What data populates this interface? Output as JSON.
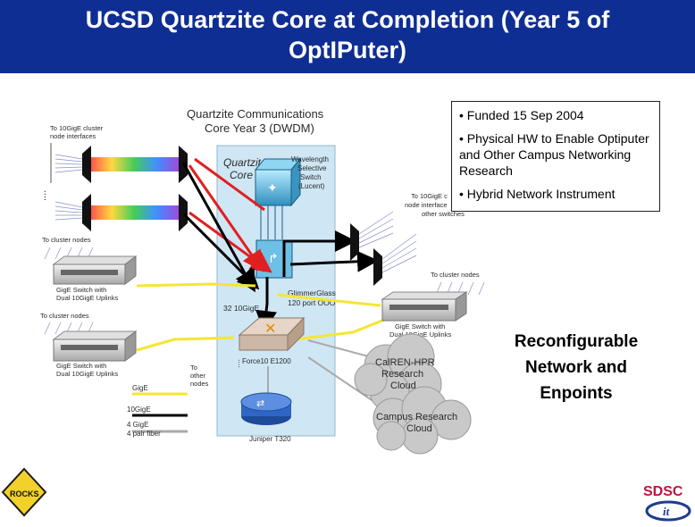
{
  "slide": {
    "title_line1": "UCSD Quartzite Core at Completion (Year 5 of",
    "title_line2": "OptIPuter)",
    "bullets": [
      "• Funded 15 Sep 2004",
      "• Physical HW to Enable Optiputer and Other Campus Networking Research",
      "• Hybrid Network Instrument"
    ],
    "reconfig_text": [
      "Reconfigurable",
      "Network and",
      "Enpoints"
    ]
  },
  "diagram": {
    "heading_line1": "Quartzite Communications",
    "heading_line2": "Core Year 3 (DWDM)",
    "core_label_line1": "Quartzite",
    "core_label_line2": "Core",
    "wss_line1": "Wavelength",
    "wss_line2": "Selective",
    "wss_line3": "Switch",
    "wss_line4": "(Lucent)",
    "to_10gige_line1": "To 10GigE cluster",
    "to_10gige_line2": "node interfaces",
    "to_10gige_right_line1": "To 10GigE c",
    "to_10gige_right_line2": "node interface",
    "to_10gige_right_line3": "other switches",
    "cluster_nodes_1": "To cluster nodes",
    "cluster_nodes_2": "To cluster nodes",
    "cluster_nodes_3": "To cluster nodes",
    "gige_switch_1_line1": "GigE Switch with",
    "gige_switch_1_line2": "Dual 10GigE Uplinks",
    "gige_switch_2_line1": "GigE Switch with",
    "gige_switch_2_line2": "Dual 10GigE Uplinks",
    "gige_switch_3_line1": "GigE Switch with",
    "gige_switch_3_line2": "Dual 10GigE Uplinks",
    "glimmerglass_line1": "GlimmerGlass",
    "glimmerglass_line2": "120 port OOO",
    "ports_label": "32 10GigE",
    "force10": "Force10 E1200",
    "to_other_line1": "To",
    "to_other_line2": "other",
    "to_other_line3": "nodes",
    "calren_line1": "CalREN-HPR",
    "calren_line2": "Research",
    "calren_line3": "Cloud",
    "campus_line1": "Campus Research",
    "campus_line2": "Cloud",
    "juniper": "Juniper T320",
    "legend_gige": "GigE",
    "legend_10gige": "10GigE",
    "legend_4gige_line1": "4 GigE",
    "legend_4gige_line2": "4 pair fiber",
    "ellipsis": "...."
  },
  "logos": {
    "rocks": "ROCKS",
    "sdsc": "SDSC",
    "it": "it"
  },
  "colors": {
    "title_bg": "#0f2e93",
    "core_bg": "#cfe6f5",
    "link_black": "#000000",
    "link_red": "#e02020",
    "link_yellow": "#f5e632",
    "link_gray": "#a9a9a9"
  }
}
